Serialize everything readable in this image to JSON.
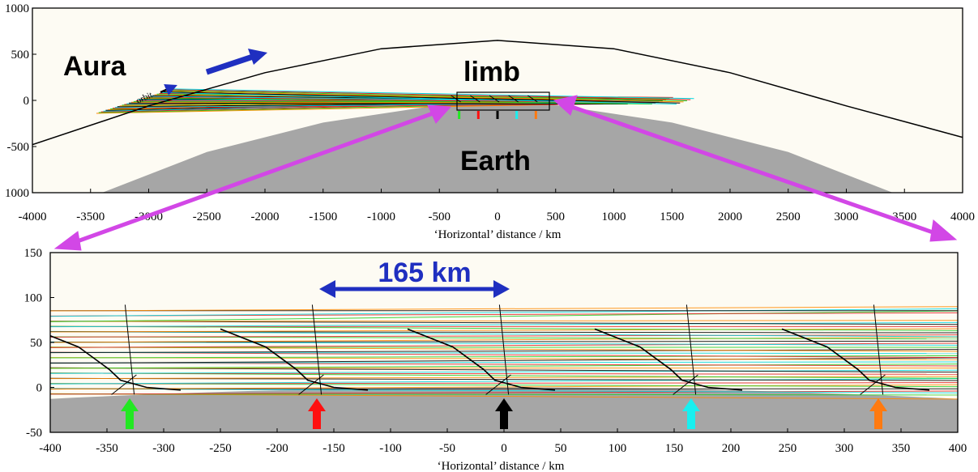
{
  "chart_data": [
    {
      "type": "line",
      "title": "",
      "xlabel": "‘Horizontal’ distance / km",
      "ylabel": "",
      "xlim": [
        -4000,
        4000
      ],
      "ylim": [
        -1000,
        1000
      ],
      "x_ticks": [
        -4000,
        -3500,
        -3000,
        -2500,
        -2000,
        -1500,
        -1000,
        -500,
        0,
        500,
        1000,
        1500,
        2000,
        2500,
        3000,
        3500,
        4000
      ],
      "y_ticks": [
        1000,
        500,
        0,
        -500,
        -1000
      ],
      "y_tick_labels": [
        "1000",
        "500",
        "0",
        "-500",
        "1000"
      ],
      "annotations": {
        "aura": "Aura",
        "limb": "limb",
        "earth": "Earth",
        "orbit": "orbit"
      },
      "orbit_curve": {
        "x": [
          -4000,
          -3000,
          -2000,
          -1000,
          0,
          1000,
          2000,
          3000,
          4000
        ],
        "y": [
          -480,
          -60,
          300,
          560,
          650,
          560,
          300,
          -60,
          -400
        ]
      },
      "earth_surface": {
        "x": [
          -3400,
          -2500,
          -1500,
          -500,
          0,
          500,
          1500,
          2500,
          3400
        ],
        "y": [
          -1000,
          -560,
          -240,
          -50,
          0,
          -50,
          -240,
          -560,
          -1000
        ]
      },
      "colors": {
        "earth": "#a6a6a6",
        "arrow_blue": "#1f2fc0",
        "magenta": "#d247e6"
      },
      "limb_box": {
        "x": [
          -400,
          400
        ],
        "y": [
          -30,
          120
        ]
      }
    },
    {
      "type": "line",
      "title": "",
      "xlabel": "‘Horizontal’ distance / km",
      "ylabel": "",
      "xlim": [
        -400,
        400
      ],
      "ylim": [
        -50,
        150
      ],
      "x_ticks": [
        -400,
        -350,
        -300,
        -250,
        -200,
        -150,
        -100,
        -50,
        0,
        50,
        100,
        150,
        200,
        250,
        300,
        350,
        400
      ],
      "y_ticks": [
        150,
        100,
        50,
        0,
        -50
      ],
      "annotations": {
        "spacing": "165 km"
      },
      "spacing_arrow": {
        "x": [
          -165,
          0
        ]
      },
      "profile_positions": [
        -330,
        -165,
        0,
        165,
        330
      ],
      "marker_arrows": [
        {
          "x": -330,
          "color": "#22e822"
        },
        {
          "x": -165,
          "color": "#ff1010"
        },
        {
          "x": 0,
          "color": "#000000"
        },
        {
          "x": 165,
          "color": "#18f0f0"
        },
        {
          "x": 330,
          "color": "#ff7a10"
        }
      ],
      "series_colors": [
        "#ff8a00",
        "#22cc22",
        "#e02020",
        "#00d8e0",
        "#000000"
      ]
    }
  ]
}
